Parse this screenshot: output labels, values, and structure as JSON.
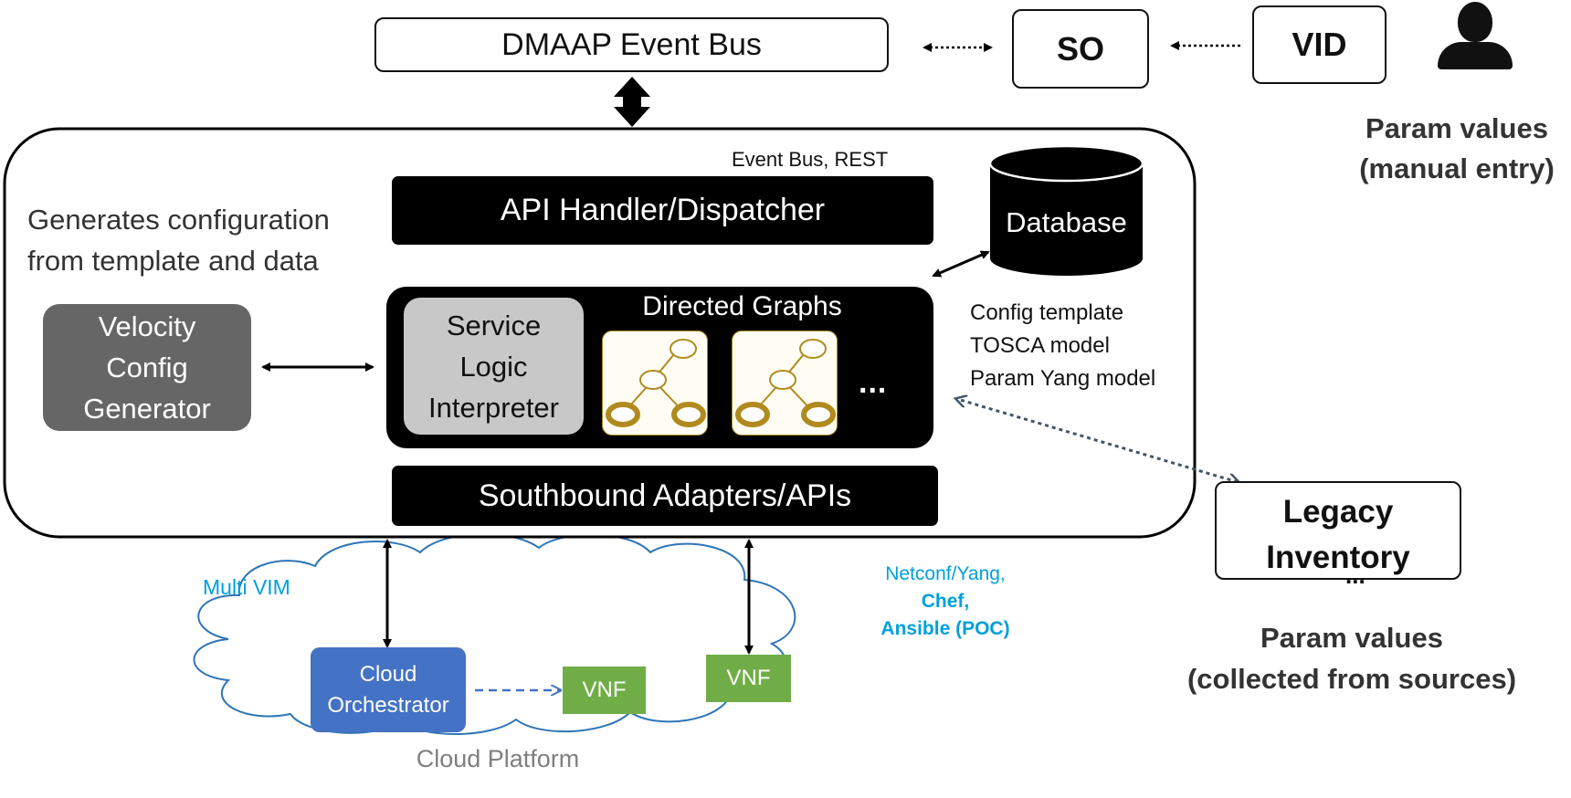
{
  "top": {
    "dmaap": "DMAAP Event Bus",
    "so": "SO",
    "vid": "VID",
    "manual_param_line1": "Param values",
    "manual_param_line2": "(manual entry)"
  },
  "platform": {
    "description_line1": "Generates configuration",
    "description_line2": "from template and data",
    "interfaces": "Event Bus, REST",
    "api_handler": "API Handler/Dispatcher",
    "database": "Database",
    "db_contents": [
      "Config template",
      "TOSCA model",
      "Param Yang model"
    ],
    "velocity": [
      "Velocity",
      "Config",
      "Generator"
    ],
    "sli": [
      "Service",
      "Logic",
      "Interpreter"
    ],
    "directed_graphs": "Directed Graphs",
    "ellipsis": "...",
    "southbound": "Southbound Adapters/APIs"
  },
  "links": {
    "multi_vim": "Multi VIM",
    "netconf_line1": "Netconf/Yang,",
    "netconf_line2": "Chef,",
    "netconf_line3": "Ansible (POC)"
  },
  "cloud": {
    "orchestrator_line1": "Cloud",
    "orchestrator_line2": "Orchestrator",
    "vnf1": "VNF",
    "vnf2": "VNF",
    "platform_label": "Cloud Platform"
  },
  "legacy": {
    "line1": "Legacy",
    "line2": "Inventory",
    "ellipsis": "...",
    "param_line1": "Param values",
    "param_line2": "(collected from sources)"
  },
  "colors": {
    "cloud_orchestrator": "#4472c4",
    "vnf": "#70ad47",
    "link_label": "#00a0dc",
    "velocity": "#666666",
    "sli": "#c8c8c8",
    "graph_icon": "#b08a1e"
  }
}
